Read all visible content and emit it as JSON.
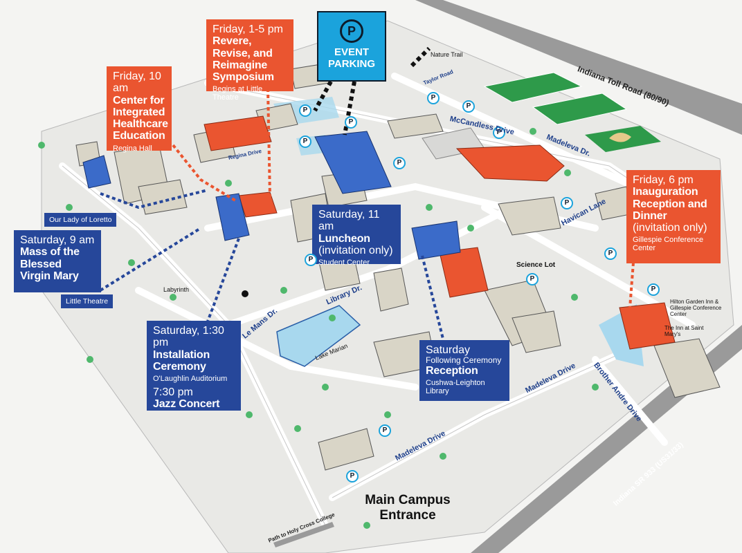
{
  "parking": {
    "line1": "EVENT",
    "line2": "PARKING",
    "symbol": "P"
  },
  "events": {
    "symposium": {
      "when": "Friday, 1-5 pm",
      "what": "Revere, Revise, and Reimagine Symposium",
      "where": "Begins at Little Theatre"
    },
    "healthcare": {
      "when": "Friday, 10 am",
      "what": "Center for Integrated Healthcare Education",
      "where": "Regina Hall"
    },
    "mass": {
      "when": "Saturday, 9 am",
      "what": "Mass of the Blessed Virgin Mary"
    },
    "luncheon": {
      "when": "Saturday, 11 am",
      "what": "Luncheon",
      "note": "(invitation only)",
      "where": "Student Center"
    },
    "installation": {
      "when": "Saturday, 1:30 pm",
      "what": "Installation Ceremony",
      "where": "O'Laughlin Auditorium",
      "when2": "7:30 pm",
      "what2": "Jazz Concert"
    },
    "reception": {
      "when": "Saturday",
      "subwhen": "Following Ceremony",
      "what": "Reception",
      "where": "Cushwa-Leighton Library"
    },
    "inauguration": {
      "when": "Friday, 6 pm",
      "what": "Inauguration Reception and Dinner",
      "note": "(invitation only)",
      "where": "Gillespie Conference Center"
    }
  },
  "tags": {
    "loretto": "Our Lady of Loretto",
    "little_theatre": "Little Theatre"
  },
  "roads": {
    "toll": "Indiana Toll Road (80/90)",
    "sr933": "Indiana SR 933 (US31/33)",
    "madeleva_top": "Madeleva Dr.",
    "madeleva_mid": "Madeleva Drive",
    "madeleva_low": "Madeleva Drive",
    "mccandless": "McCandless Drive",
    "havican": "Havican Lane",
    "library": "Library Dr.",
    "lemans": "Le Mans Dr.",
    "andre": "Brother Andre Drive",
    "taylor": "Taylor Road",
    "regina": "Regina Drive",
    "path": "Path to Holy Cross College"
  },
  "places": {
    "nature_trail": "Nature Trail",
    "science_lot": "Science Lot",
    "labyrinth": "Labyrinth",
    "lake": "Lake Marian",
    "hilton": "Hilton Garden Inn & Gillespie Conference Center",
    "inn": "The Inn at Saint Mary's"
  },
  "entrance": {
    "line1": "Main Campus",
    "line2": "Entrance"
  },
  "colors": {
    "red": "#ea5530",
    "blue": "#26479a",
    "parking": "#1ba3dc",
    "field": "#2e9a4a",
    "water": "#a8d8ee"
  }
}
